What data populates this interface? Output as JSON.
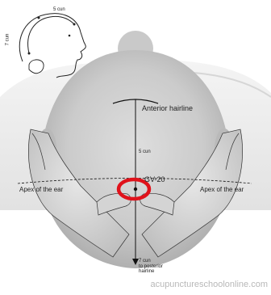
{
  "labels": {
    "anterior_hairline": "Anterior hairline",
    "five_cun_middle": "5 cun",
    "gv20": "GV-20",
    "apex_left": "Apex of the ear",
    "apex_right": "Apex of the ear",
    "seven_cun_posterior": "7 cun\nto posterior\nhairline",
    "inset_five_cun": "5 cun",
    "inset_seven_cun": "7 cun"
  },
  "watermark": "acupunctureschoolonline.com",
  "colors": {
    "highlight_ring": "#e0121b",
    "line": "#111111",
    "background": "#ffffff",
    "pillow": "#e9e9e9",
    "head": "#cfcfcf"
  }
}
